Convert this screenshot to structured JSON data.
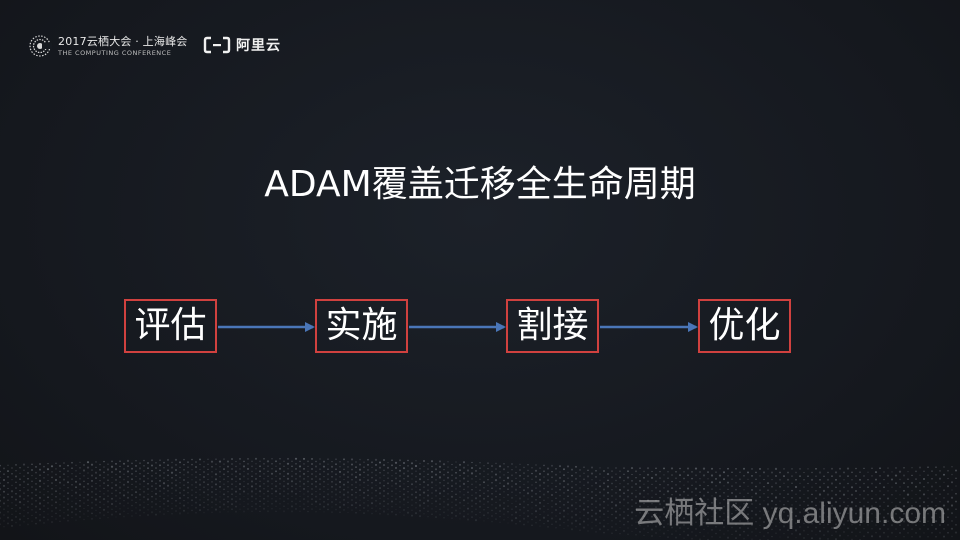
{
  "header": {
    "conference_title": "2017云栖大会 · 上海峰会",
    "conference_subtitle": "THE COMPUTING CONFERENCE",
    "brand_name": "阿里云"
  },
  "slide": {
    "title": "ADAM覆盖迁移全生命周期",
    "steps": [
      {
        "label": "评估"
      },
      {
        "label": "实施"
      },
      {
        "label": "割接"
      },
      {
        "label": "优化"
      }
    ]
  },
  "footer": {
    "watermark": "云栖社区 yq.aliyun.com"
  },
  "colors": {
    "background": "#161a20",
    "step_border": "#d0413f",
    "arrow": "#4a76b8",
    "text": "#ffffff"
  }
}
